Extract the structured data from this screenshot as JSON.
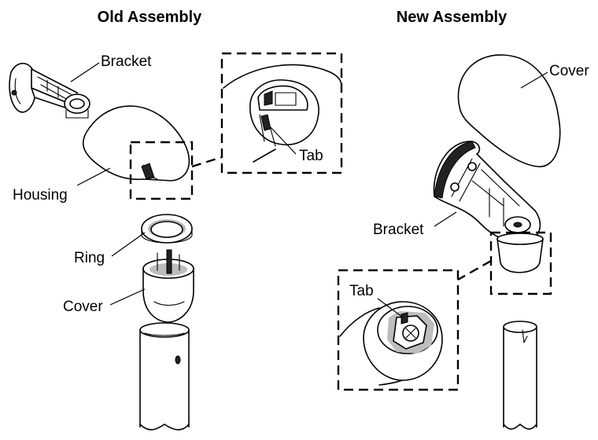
{
  "old_assembly": {
    "title": "Old Assembly",
    "labels": {
      "bracket": "Bracket",
      "housing": "Housing",
      "tab": "Tab",
      "ring": "Ring",
      "cover": "Cover"
    }
  },
  "new_assembly": {
    "title": "New Assembly",
    "labels": {
      "cover": "Cover",
      "bracket": "Bracket",
      "tab": "Tab"
    }
  }
}
